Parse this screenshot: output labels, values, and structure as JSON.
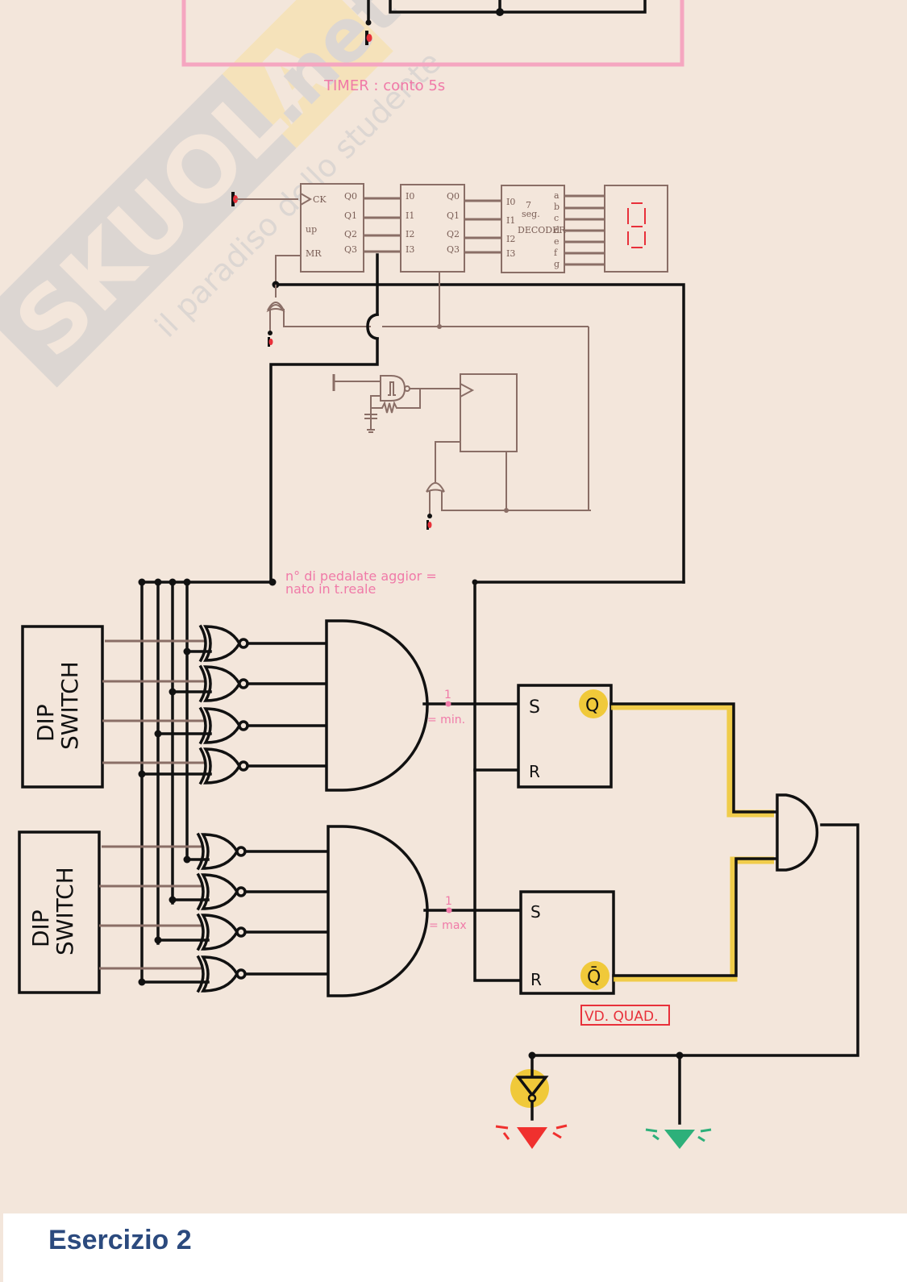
{
  "diagram": {
    "timer_caption": "TIMER : conto 5s",
    "counter": {
      "clock_label": "CK",
      "mode_label": "up",
      "reset_label": "MR",
      "outputs": [
        "Q0",
        "Q1",
        "Q2",
        "Q3"
      ]
    },
    "latch": {
      "inputs": [
        "I0",
        "I1",
        "I2",
        "I3"
      ],
      "outputs": [
        "Q0",
        "Q1",
        "Q2",
        "Q3"
      ]
    },
    "decoder": {
      "inputs": [
        "I0",
        "I1",
        "I2",
        "I3"
      ],
      "title_line1": "7",
      "title_line2": "seg.",
      "title_line3": "DECODER",
      "outputs": [
        "a",
        "b",
        "c",
        "d",
        "e",
        "f",
        "g"
      ]
    },
    "display": {
      "segment_color": "#e8303a",
      "shown_digit": "8"
    },
    "annotation_pedals": [
      "n° di pedalate aggior =",
      "nato in t.reale"
    ],
    "dip_switch_top": [
      "DIP",
      "SWITCH"
    ],
    "dip_switch_bottom": [
      "DIP",
      "SWITCH"
    ],
    "and_min": {
      "mark": "1",
      "label": "= min."
    },
    "and_max": {
      "mark": "1",
      "label": "= max"
    },
    "sr_top": {
      "set": "S",
      "reset": "R",
      "output": "Q"
    },
    "sr_bottom": {
      "set": "S",
      "reset": "R",
      "output": "Q̄"
    },
    "note_box": "VD. QUAD.",
    "led_red_color": "#f0302e",
    "led_green_color": "#2db07a",
    "highlight_color": "#f0c93a"
  },
  "watermark": {
    "brand": "SKUOLA",
    "domain": ".net",
    "tagline": "il paradiso dello studente"
  },
  "footer": {
    "title": "Esercizio 2"
  }
}
